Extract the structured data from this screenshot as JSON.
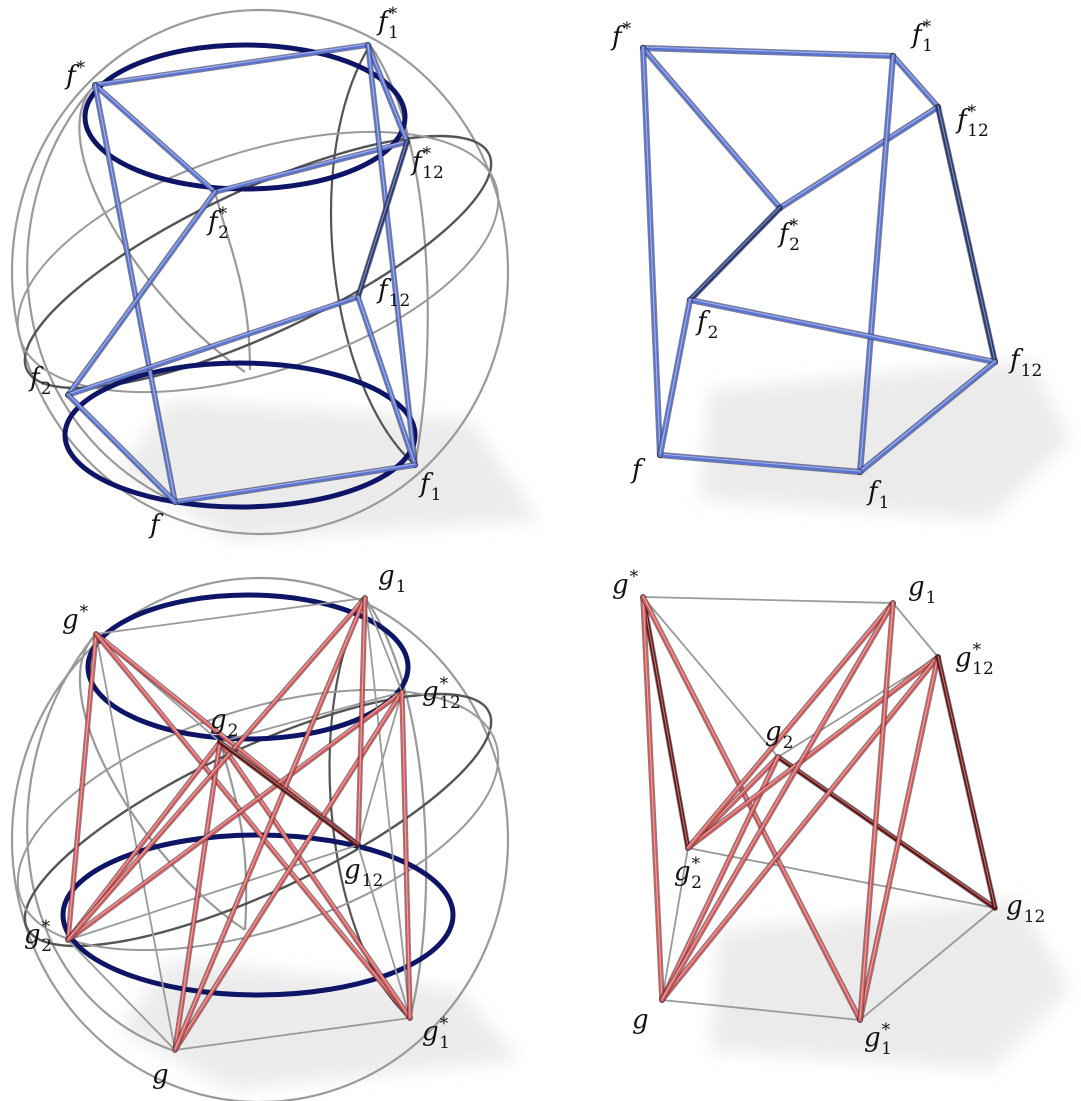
{
  "colors": {
    "f_edge": "#5d74cf",
    "f_edge_dark": "#2a3a78",
    "g_edge": "#d45a5a",
    "g_edge_dark": "#6a1414",
    "circle": "#0e1466",
    "sphere_arc": "#9a9a9a",
    "sphere_arc_dark": "#555555",
    "thin_edge": "#9a9a9a",
    "shadow": "#dcdcdc"
  },
  "panels": [
    {
      "id": "top-left",
      "kind": "f",
      "labels": [
        {
          "id": "fs",
          "base": "f",
          "sup": "*",
          "sub": ""
        },
        {
          "id": "f1s",
          "base": "f",
          "sup": "*",
          "sub": "1"
        },
        {
          "id": "f12s",
          "base": "f",
          "sup": "*",
          "sub": "12"
        },
        {
          "id": "f2s",
          "base": "f",
          "sup": "*",
          "sub": "2"
        },
        {
          "id": "f12",
          "base": "f",
          "sup": "",
          "sub": "12"
        },
        {
          "id": "f2",
          "base": "f",
          "sup": "",
          "sub": "2"
        },
        {
          "id": "f1",
          "base": "f",
          "sup": "",
          "sub": "1"
        },
        {
          "id": "f",
          "base": "f",
          "sup": "",
          "sub": ""
        }
      ]
    },
    {
      "id": "top-right",
      "kind": "f",
      "labels": [
        {
          "id": "fs",
          "base": "f",
          "sup": "*",
          "sub": ""
        },
        {
          "id": "f1s",
          "base": "f",
          "sup": "*",
          "sub": "1"
        },
        {
          "id": "f12s",
          "base": "f",
          "sup": "*",
          "sub": "12"
        },
        {
          "id": "f2s",
          "base": "f",
          "sup": "*",
          "sub": "2"
        },
        {
          "id": "f2",
          "base": "f",
          "sup": "",
          "sub": "2"
        },
        {
          "id": "f12",
          "base": "f",
          "sup": "",
          "sub": "12"
        },
        {
          "id": "f",
          "base": "f",
          "sup": "",
          "sub": ""
        },
        {
          "id": "f1",
          "base": "f",
          "sup": "",
          "sub": "1"
        }
      ]
    },
    {
      "id": "bottom-left",
      "kind": "g",
      "labels": [
        {
          "id": "g1",
          "base": "g",
          "sup": "",
          "sub": "1"
        },
        {
          "id": "gs",
          "base": "g",
          "sup": "*",
          "sub": ""
        },
        {
          "id": "g12s",
          "base": "g",
          "sup": "*",
          "sub": "12"
        },
        {
          "id": "g2",
          "base": "g",
          "sup": "",
          "sub": "2"
        },
        {
          "id": "g12",
          "base": "g",
          "sup": "",
          "sub": "12"
        },
        {
          "id": "g2s",
          "base": "g",
          "sup": "*",
          "sub": "2"
        },
        {
          "id": "g1s",
          "base": "g",
          "sup": "*",
          "sub": "1"
        },
        {
          "id": "g",
          "base": "g",
          "sup": "",
          "sub": ""
        }
      ]
    },
    {
      "id": "bottom-right",
      "kind": "g",
      "labels": [
        {
          "id": "gs",
          "base": "g",
          "sup": "*",
          "sub": ""
        },
        {
          "id": "g1",
          "base": "g",
          "sup": "",
          "sub": "1"
        },
        {
          "id": "g12s",
          "base": "g",
          "sup": "*",
          "sub": "12"
        },
        {
          "id": "g2",
          "base": "g",
          "sup": "",
          "sub": "2"
        },
        {
          "id": "g2s",
          "base": "g",
          "sup": "*",
          "sub": "2"
        },
        {
          "id": "g12",
          "base": "g",
          "sup": "",
          "sub": "12"
        },
        {
          "id": "g",
          "base": "g",
          "sup": "",
          "sub": ""
        },
        {
          "id": "g1s",
          "base": "g",
          "sup": "*",
          "sub": "1"
        }
      ]
    }
  ]
}
